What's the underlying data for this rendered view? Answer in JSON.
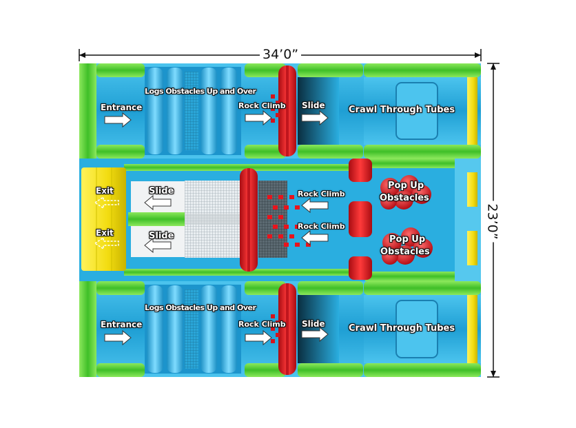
{
  "dimensions": {
    "width": "34’0”",
    "height": "23’0”"
  },
  "labels": {
    "top_lane": {
      "entrance": "Entrance",
      "logs": "Logs Obstacles Up and Over",
      "rock_climb": "Rock Climb",
      "slide": "Slide",
      "crawl": "Crawl Through Tubes"
    },
    "middle": {
      "exit_1": "Exit",
      "exit_2": "Exit",
      "slide_1": "Slide",
      "slide_2": "Slide",
      "rock_climb_1": "Rock Climb",
      "rock_climb_2": "Rock Climb",
      "popup_1_line1": "Pop Up",
      "popup_1_line2": "Obstacles",
      "popup_2_line1": "Pop Up",
      "popup_2_line2": "Obstacles"
    },
    "bottom_lane": {
      "entrance": "Entrance",
      "logs": "Logs Obstacles Up and Over",
      "rock_climb": "Rock Climb",
      "slide": "Slide",
      "crawl": "Crawl Through Tubes"
    }
  },
  "colors": {
    "blue": "#2aaee0",
    "light_blue": "#56c8ee",
    "green": "#5fd43a",
    "red": "#e8141c",
    "yellow": "#f4e81c",
    "dark": "#0d3d55"
  }
}
